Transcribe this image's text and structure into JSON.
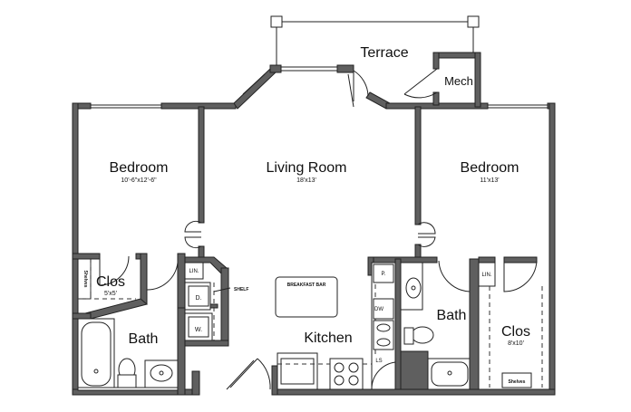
{
  "rooms": {
    "terrace": "Terrace",
    "mech": "Mech",
    "living": {
      "name": "Living Room",
      "dims": "18'x13'"
    },
    "bedroom_left": {
      "name": "Bedroom",
      "dims": "10'-6\"x12'-6\""
    },
    "bedroom_right": {
      "name": "Bedroom",
      "dims": "11'x13'"
    },
    "closet_left": {
      "name": "Clos",
      "dims": "5'x5'"
    },
    "closet_right": {
      "name": "Clos",
      "dims": "8'x10'"
    },
    "bath_left": "Bath",
    "bath_right": "Bath",
    "kitchen": "Kitchen"
  },
  "labels": {
    "lin_left": "LIN.",
    "lin_right": "LIN.",
    "dryer": "D.",
    "washer": "W.",
    "shelf": "SHELF",
    "breakfast_bar": "BREAKFAST BAR",
    "pantry": "P.",
    "dishwasher": "DW",
    "lazy_susan": "LS",
    "shelves_left": "Shelves",
    "shelves_right": "Shelves"
  }
}
